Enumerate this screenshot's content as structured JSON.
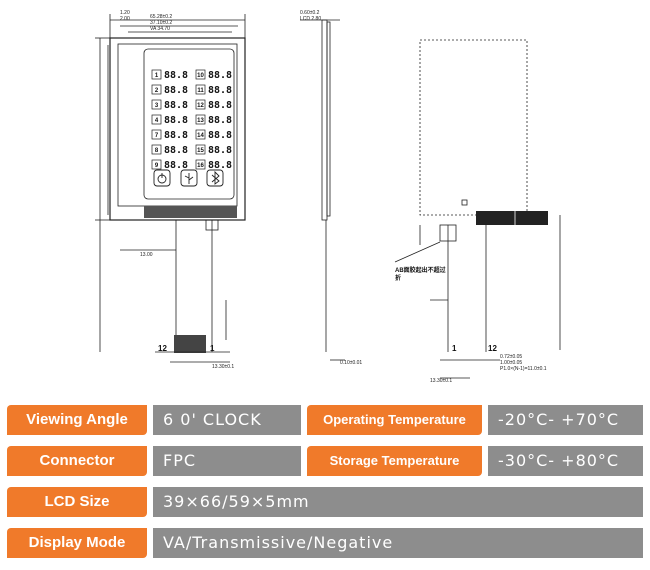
{
  "drawing": {
    "note_text": "AB面胶起出不超过",
    "note_text2": "折",
    "pin_left": "12",
    "pin_right": "1",
    "pin_left_side": "1",
    "pin_right_side": "12",
    "segment_rows": [
      {
        "left_num": "1",
        "left_val": "88.8",
        "right_num": "10",
        "right_val": "88.8"
      },
      {
        "left_num": "2",
        "left_val": "88.8",
        "right_num": "11",
        "right_val": "88.8"
      },
      {
        "left_num": "3",
        "left_val": "88.8",
        "right_num": "12",
        "right_val": "88.8"
      },
      {
        "left_num": "4",
        "left_val": "88.8",
        "right_num": "13",
        "right_val": "88.8"
      },
      {
        "left_num": "7",
        "left_val": "88.8",
        "right_num": "14",
        "right_val": "88.8"
      },
      {
        "left_num": "8",
        "left_val": "88.8",
        "right_num": "15",
        "right_val": "88.8"
      },
      {
        "left_num": "9",
        "left_val": "88.8",
        "right_num": "16",
        "right_val": "88.8"
      }
    ],
    "icons": [
      "power-icon",
      "usb-icon",
      "bluetooth-icon"
    ]
  },
  "specs": [
    {
      "label": "Viewing Angle",
      "value": "6 0' CLOCK",
      "label2": "Operating Temperature",
      "value2": "-20°C- +70°C"
    },
    {
      "label": "Connector",
      "value": "FPC",
      "label2": "Storage Temperature",
      "value2": "-30°C- +80°C"
    },
    {
      "label": "LCD Size",
      "value": "39×66/59×5mm"
    },
    {
      "label": "Display Mode",
      "value": "VA/Transmissive/Negative"
    }
  ]
}
